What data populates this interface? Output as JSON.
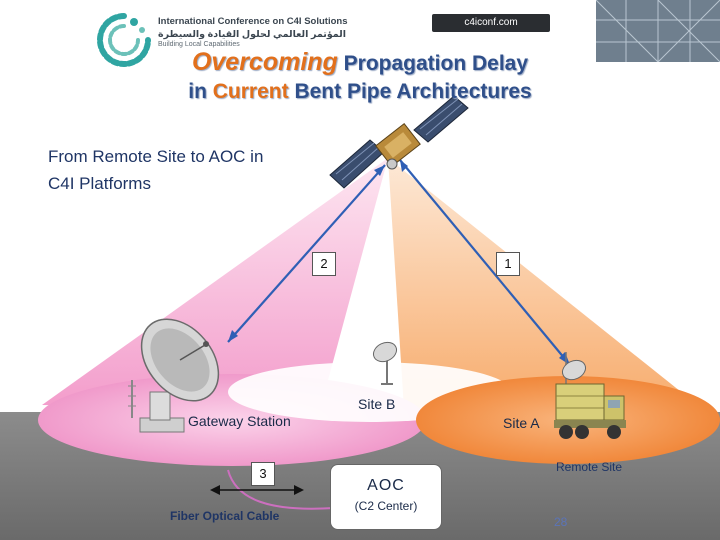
{
  "header": {
    "conference_en": "International Conference on C4I Solutions",
    "conference_ar": "المؤتمر العالمي لحلول القيادة والسيطرة",
    "tagline": "Building Local Capabilities",
    "url": "c4iconf.com"
  },
  "slide": {
    "title_part1_highlight": "Overcoming",
    "title_part1_rest": " Propagation Delay",
    "title_part2_pre": "in ",
    "title_part2_highlight": "Current",
    "title_part2_rest": " Bent Pipe Architectures",
    "subtitle_line1": "From Remote Site to AOC in",
    "subtitle_line2": "C4I Platforms"
  },
  "diagram": {
    "hop1": "1",
    "hop2": "2",
    "hop3": "3",
    "gateway_station": "Gateway Station",
    "site_a": "Site A",
    "site_b": "Site B",
    "remote_site": "Remote Site",
    "aoc_title": "AOC",
    "aoc_subtitle": "(C2 Center)",
    "fiber_label": "Fiber Optical Cable"
  },
  "footer": {
    "page_number": "28"
  },
  "colors": {
    "title_blue": "#2f4f8a",
    "highlight_orange": "#e2701c",
    "pink_beam": "#f4b6d8",
    "orange_beam": "#f9c79a",
    "ground_gray": "#767676"
  }
}
